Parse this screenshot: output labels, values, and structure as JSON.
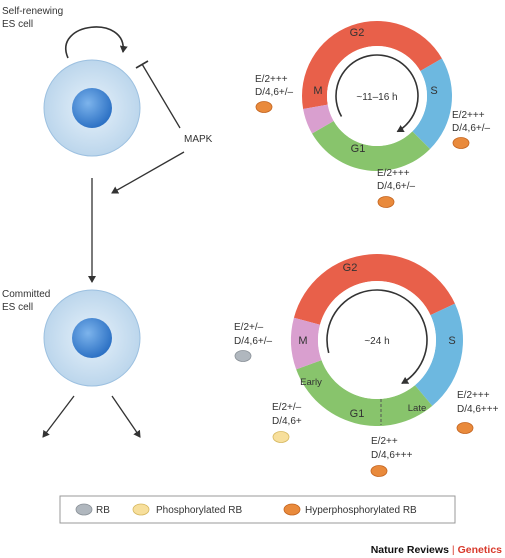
{
  "cells": {
    "top_label_line1": "Self-renewing",
    "top_label_line2": "ES cell",
    "bottom_label_line1": "Committed",
    "bottom_label_line2": "ES cell",
    "signal": "MAPK"
  },
  "cycle_top": {
    "duration": "~11–16 h",
    "phases": {
      "g2": "G2",
      "s": "S",
      "g1": "G1",
      "m": "M"
    },
    "m_marker": {
      "line1": "E/2+++",
      "line2": "D/4,6+/–"
    },
    "s_marker": {
      "line1": "E/2+++",
      "line2": "D/4,6+/–"
    },
    "g1_marker": {
      "line1": "E/2+++",
      "line2": "D/4,6+/–"
    }
  },
  "cycle_bottom": {
    "duration": "~24 h",
    "phases": {
      "g2": "G2",
      "s": "S",
      "g1": "G1",
      "m": "M",
      "early": "Early",
      "late": "Late"
    },
    "m_marker": {
      "line1": "E/2+/–",
      "line2": "D/4,6+/–"
    },
    "early_marker": {
      "line1": "E/2+/–",
      "line2": "D/4,6+"
    },
    "g1_marker": {
      "line1": "E/2++",
      "line2": "D/4,6+++"
    },
    "late_marker": {
      "line1": "E/2+++",
      "line2": "D/4,6+++"
    }
  },
  "legend": {
    "rb": "RB",
    "phosphorylated": "Phosphorylated RB",
    "hyper": "Hyperphosphorylated RB"
  },
  "credit": {
    "journal": "Nature Reviews",
    "separator": "|",
    "section": "Genetics"
  },
  "colors": {
    "g2": "#e8604a",
    "s": "#6db8e0",
    "g1": "#88c46c",
    "m": "#d99fcf",
    "rb": "#b0b7be",
    "phospho": "#f7df9c",
    "hyper": "#e98a3c",
    "genetics": "#d83a2c"
  }
}
